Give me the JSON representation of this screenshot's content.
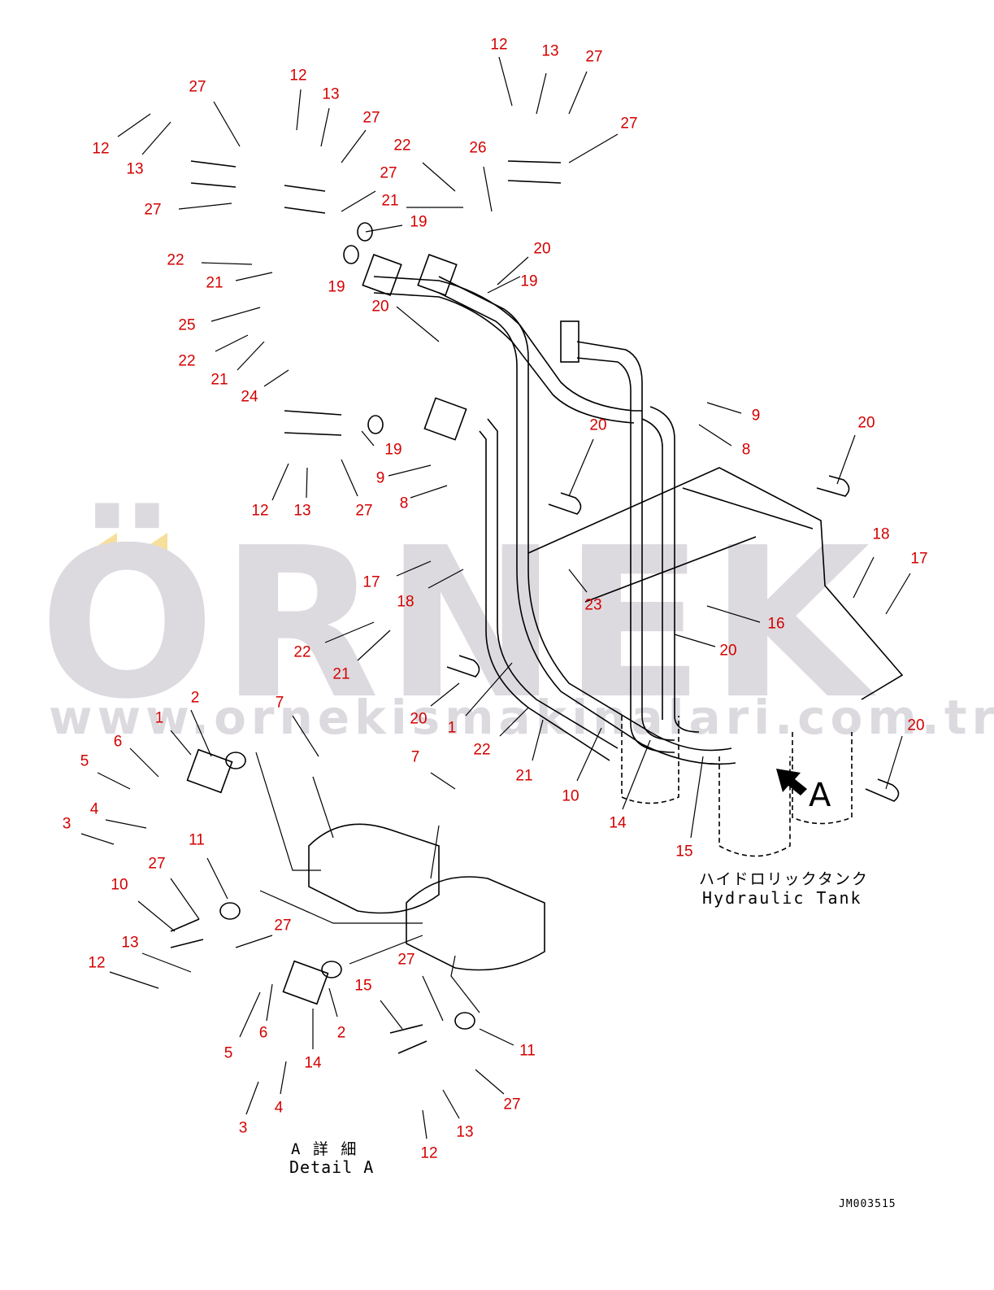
{
  "watermark": {
    "brand": "ÖRNEK",
    "url": "www.ornekismakinalari.com.tr"
  },
  "labels": [
    "12",
    "13",
    "27",
    "27",
    "27",
    "12",
    "13",
    "27",
    "12",
    "13",
    "22",
    "26",
    "27",
    "21",
    "19",
    "27",
    "22",
    "21",
    "19",
    "20",
    "19",
    "25",
    "20",
    "22",
    "21",
    "24",
    "9",
    "8",
    "20",
    "20",
    "19",
    "9",
    "8",
    "12",
    "13",
    "27",
    "18",
    "17",
    "17",
    "18",
    "23",
    "16",
    "22",
    "21",
    "20",
    "20",
    "1",
    "22",
    "21",
    "10",
    "14",
    "15",
    "20",
    "2",
    "1",
    "7",
    "6",
    "5",
    "4",
    "3",
    "7",
    "11",
    "27",
    "10",
    "27",
    "13",
    "12",
    "27",
    "15",
    "5",
    "6",
    "2",
    "14",
    "11",
    "4",
    "3",
    "27",
    "13",
    "12"
  ],
  "view_marker": "A",
  "tank_label_jp": "ハイドロリックタンク",
  "tank_label_en": "Hydraulic Tank",
  "detail_label_jp": "A 詳 細",
  "detail_label_en": "Detail A",
  "drawing_code": "JM003515",
  "colors": {
    "callout": "#d40000",
    "watermark": "#dcdadf",
    "accent": "#f6df9a"
  }
}
